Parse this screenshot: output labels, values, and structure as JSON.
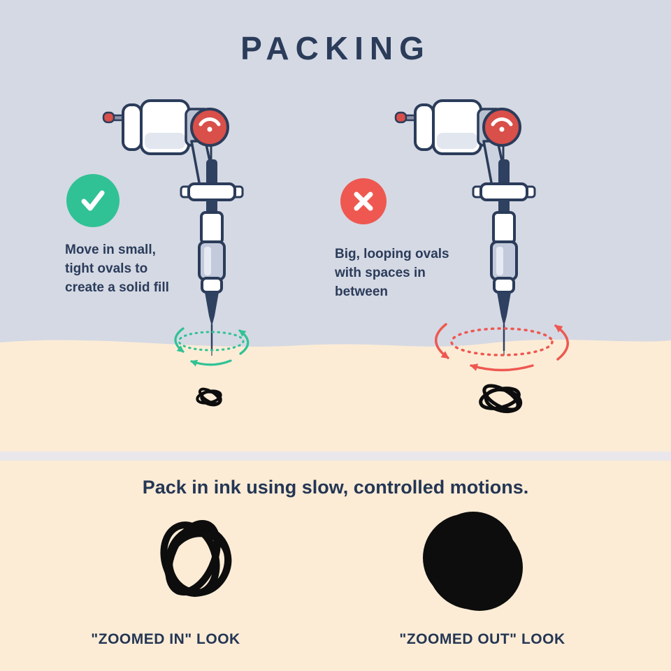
{
  "title": "PACKING",
  "colors": {
    "background_top": "#d5d9e4",
    "background_skin": "#fcecd6",
    "accent_green": "#30c295",
    "accent_red": "#ee5850",
    "text_navy": "#2b3c5a",
    "ink_black": "#0d0d0d"
  },
  "left_panel": {
    "icon": "check-icon",
    "caption_lines": [
      "Move in small,",
      "tight ovals to",
      "create a solid fill"
    ]
  },
  "right_panel": {
    "icon": "cross-icon",
    "caption_lines": [
      "Big, looping ovals",
      "with spaces in",
      "between"
    ]
  },
  "bottom": {
    "heading": "Pack in ink using slow, controlled motions.",
    "left_label": "\"ZOOMED IN\" LOOK",
    "right_label": "\"ZOOMED OUT\" LOOK"
  }
}
